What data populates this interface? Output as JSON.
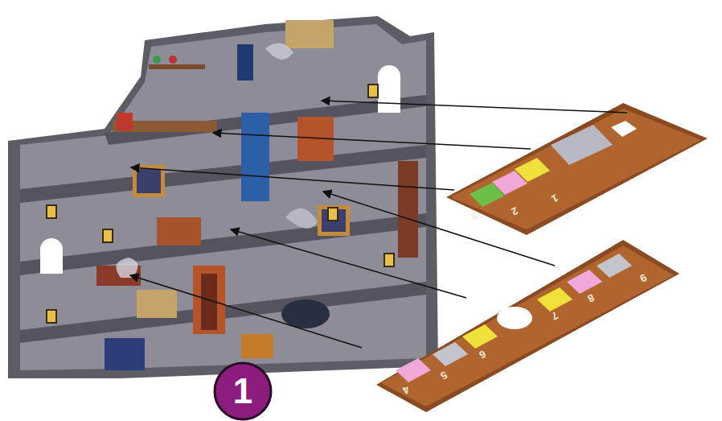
{
  "diagram": {
    "labels": [
      "1",
      "1",
      "2",
      "3",
      "4",
      "5",
      "6",
      "7",
      "8",
      "9"
    ]
  }
}
